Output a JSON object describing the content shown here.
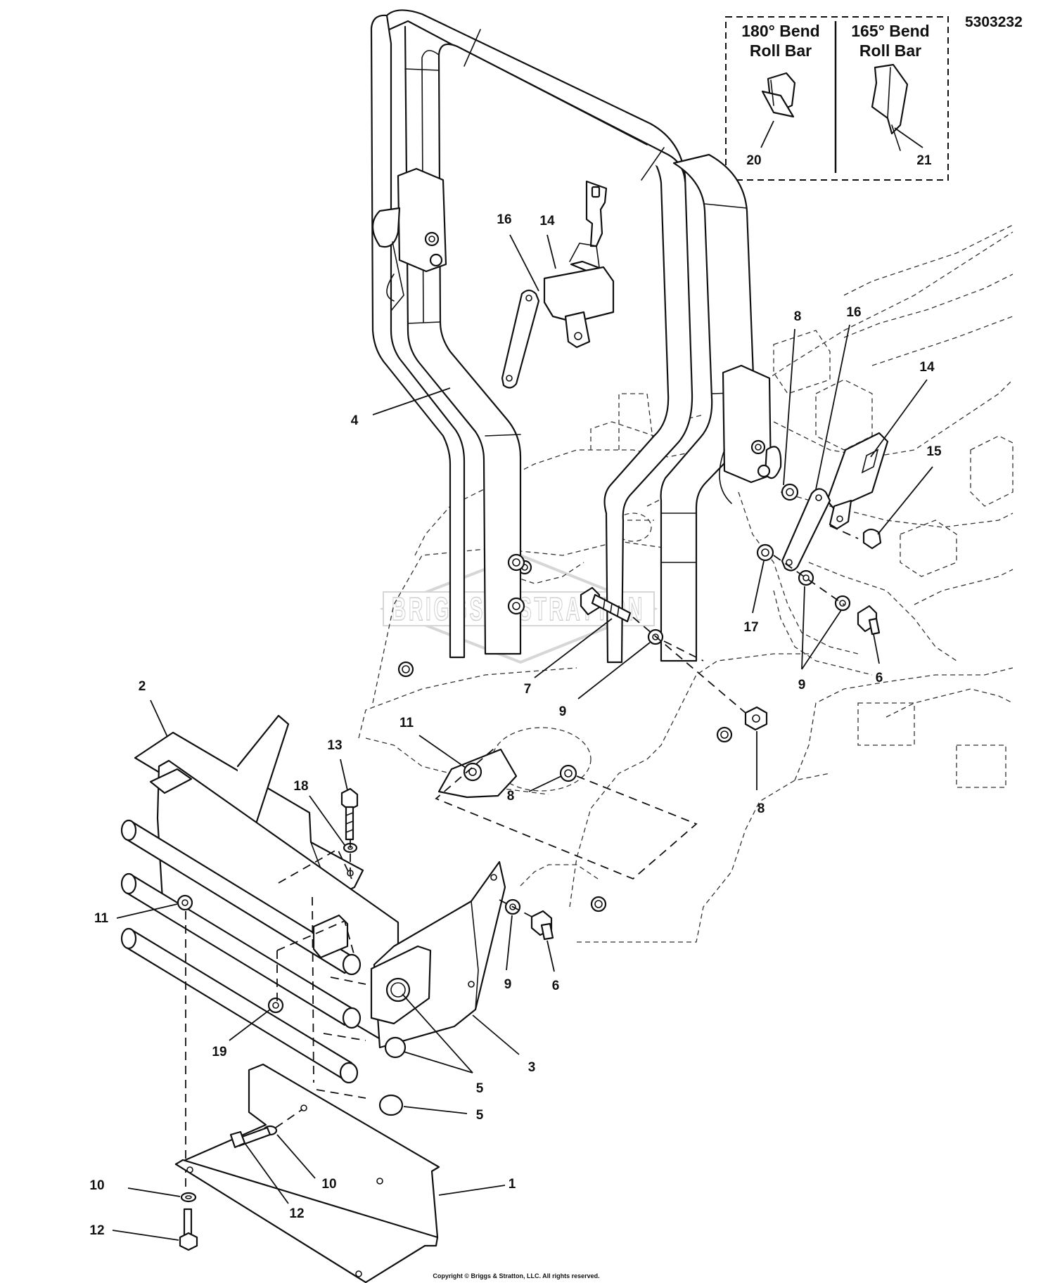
{
  "drawing_number": "5303232",
  "watermark": "BRIGGS & STRATTON",
  "copyright": "Copyright © Briggs & Stratton, LLC. All rights reserved.",
  "inset": {
    "left": {
      "line1": "180° Bend",
      "line2": "Roll Bar",
      "callout": "20"
    },
    "right": {
      "line1": "165° Bend",
      "line2": "Roll Bar",
      "callout": "21"
    }
  },
  "callouts": {
    "c4": "4",
    "c16a": "16",
    "c14a": "14",
    "c8a": "8",
    "c16b": "16",
    "c14b": "14",
    "c15": "15",
    "c17": "17",
    "c9a": "9",
    "c6a": "6",
    "c7": "7",
    "c9b": "9",
    "c2": "2",
    "c13": "13",
    "c18": "18",
    "c11a": "11",
    "c8b": "8",
    "c8c": "8",
    "c11b": "11",
    "c9c": "9",
    "c6b": "6",
    "c19": "19",
    "c3": "3",
    "c5a": "5",
    "c5b": "5",
    "c10a": "10",
    "c1": "1",
    "c10b": "10",
    "c12a": "12",
    "c12b": "12"
  }
}
